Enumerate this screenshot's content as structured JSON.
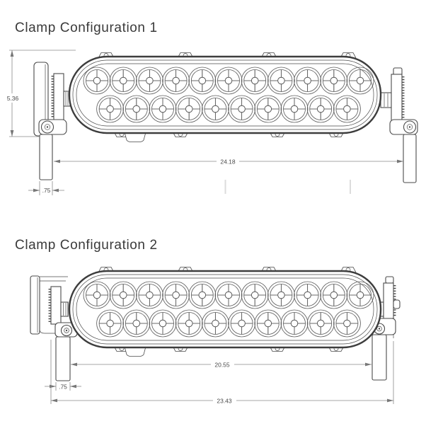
{
  "drawing_1": {
    "title": "Clamp Configuration 1",
    "dimensions": {
      "height": "5.36",
      "mount_width": "24.18",
      "clamp_thickness": ".75"
    }
  },
  "drawing_2": {
    "title": "Clamp Configuration 2",
    "dimensions": {
      "mount_width": "20.55",
      "clamp_thickness": ".75",
      "overall_width": "23.43"
    }
  },
  "light_bar": {
    "optics_top_row": 11,
    "optics_bottom_row": 10
  },
  "colors": {
    "line": "#4a4a4a",
    "dim": "#8a8a8a",
    "outline": "#3d3d3d",
    "text": "#3a3a3a"
  }
}
